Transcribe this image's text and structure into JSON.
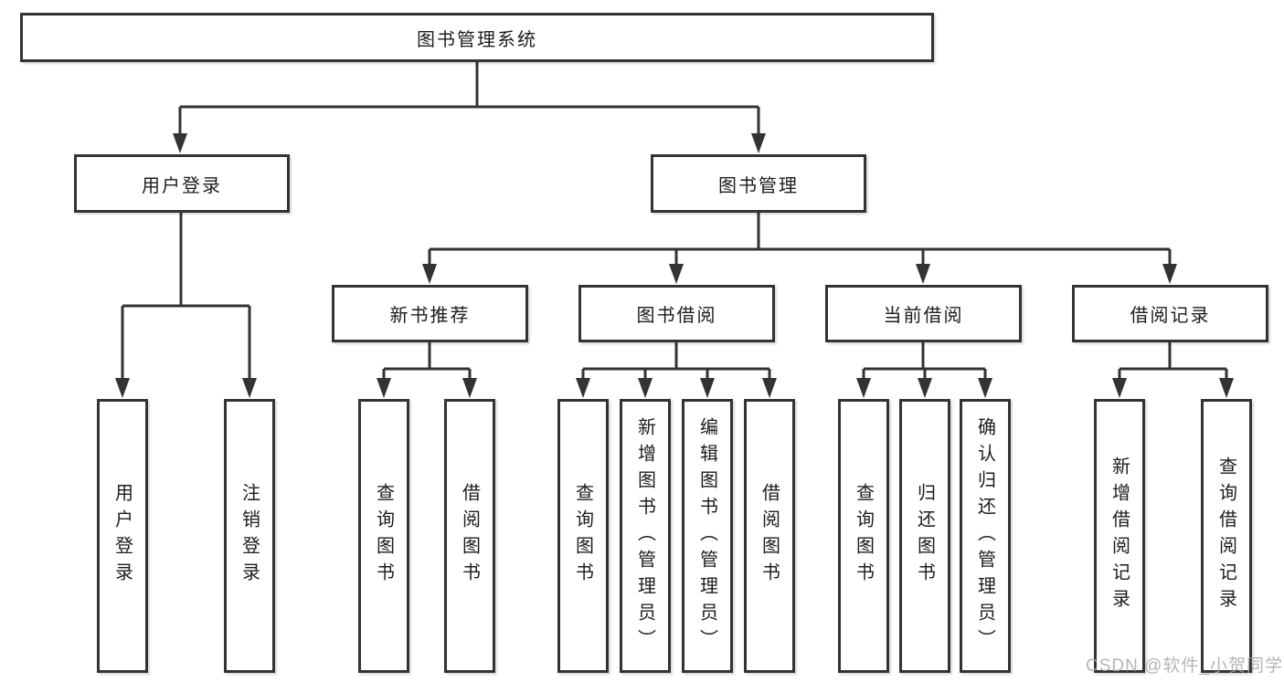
{
  "diagram": {
    "watermark": "CSDN @软件_小贺同学",
    "colors": {
      "line": "#333333",
      "text": "#1c1c1c",
      "box_background": "#ffffff",
      "watermark": "#a8a8a8"
    },
    "root": {
      "label": "图书管理系统",
      "children": [
        {
          "label": "用户登录",
          "children": [
            {
              "label": "用户登录"
            },
            {
              "label": "注销登录"
            }
          ]
        },
        {
          "label": "图书管理",
          "children": [
            {
              "label": "新书推荐",
              "children": [
                {
                  "label": "查询图书"
                },
                {
                  "label": "借阅图书"
                }
              ]
            },
            {
              "label": "图书借阅",
              "children": [
                {
                  "label": "查询图书"
                },
                {
                  "label": "新增图书（管理员）"
                },
                {
                  "label": "编辑图书（管理员）"
                },
                {
                  "label": "借阅图书"
                }
              ]
            },
            {
              "label": "当前借阅",
              "children": [
                {
                  "label": "查询图书"
                },
                {
                  "label": "归还图书"
                },
                {
                  "label": "确认归还（管理员）"
                }
              ]
            },
            {
              "label": "借阅记录",
              "children": [
                {
                  "label": "新增借阅记录"
                },
                {
                  "label": "查询借阅记录"
                }
              ]
            }
          ]
        }
      ]
    }
  }
}
